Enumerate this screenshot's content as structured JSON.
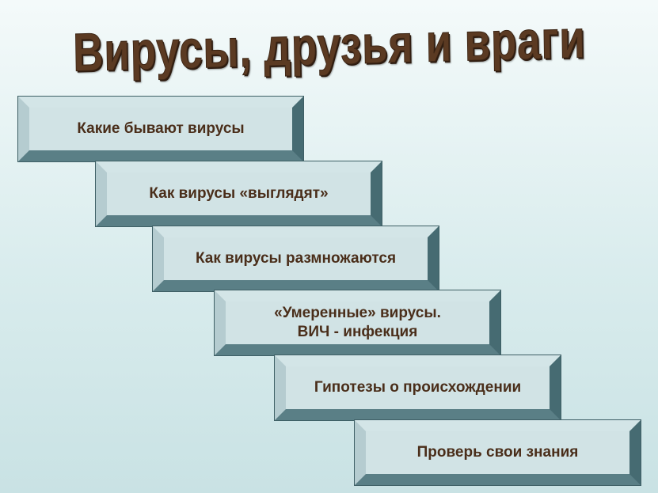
{
  "title": "Вирусы, друзья и враги",
  "steps": [
    {
      "label": "Какие бывают вирусы"
    },
    {
      "label": "Как вирусы «выглядят»"
    },
    {
      "label": "Как вирусы размножаются"
    },
    {
      "label": "«Умеренные» вирусы.\nВИЧ - инфекция"
    },
    {
      "label": "Гипотезы о происхождении"
    },
    {
      "label": "Проверь свои знания"
    }
  ],
  "colors": {
    "title": "#5b3a22",
    "step_face": "#d1e3e5",
    "step_frame": "#7fa3a9",
    "label": "#4a2e1a"
  }
}
